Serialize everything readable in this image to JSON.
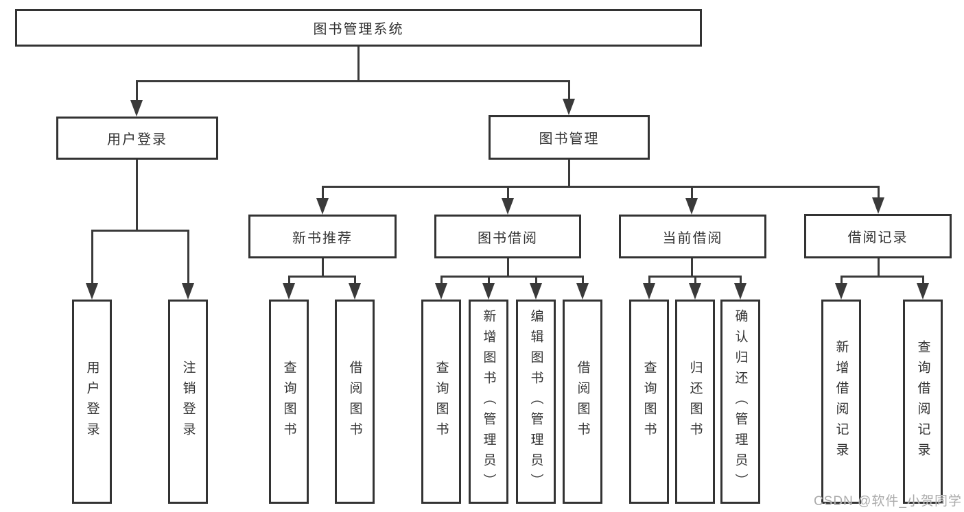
{
  "colors": {
    "background": "#ffffff",
    "line": "#3a3a3a",
    "box_border": "#333333",
    "text": "#333333",
    "watermark": "#ababab"
  },
  "tree": {
    "root": {
      "label": "图书管理系统"
    },
    "user_login": {
      "label": "用户登录",
      "children": [
        "用户登录",
        "注销登录"
      ]
    },
    "book_management": {
      "label": "图书管理"
    },
    "new_book": {
      "label": "新书推荐",
      "children": [
        "查询图书",
        "借阅图书"
      ]
    },
    "book_borrow": {
      "label": "图书借阅",
      "children": [
        "查询图书",
        "新增图书（管理员）",
        "编辑图书（管理员）",
        "借阅图书"
      ]
    },
    "current_borrow": {
      "label": "当前借阅",
      "children": [
        "查询图书",
        "归还图书",
        "确认归还（管理员）"
      ]
    },
    "borrow_record": {
      "label": "借阅记录",
      "children": [
        "新增借阅记录",
        "查询借阅记录"
      ]
    }
  },
  "watermark": "CSDN @软件_小贺同学"
}
